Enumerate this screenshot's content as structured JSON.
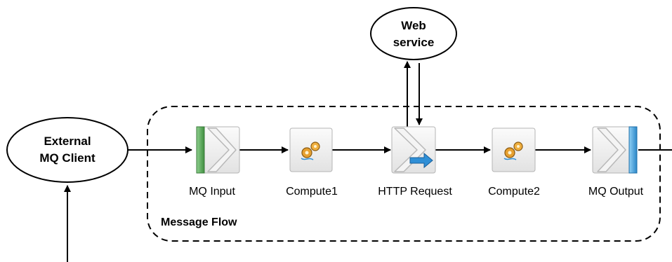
{
  "external_client": {
    "line1": "External",
    "line2": "MQ Client"
  },
  "web_service": {
    "line1": "Web",
    "line2": "service"
  },
  "message_flow": {
    "label": "Message Flow"
  },
  "nodes": [
    {
      "id": "mq-input",
      "label": "MQ Input",
      "icon": "mq-input-icon",
      "accent": "#5aa85a"
    },
    {
      "id": "compute1",
      "label": "Compute1",
      "icon": "gears-icon",
      "accent": "#d08a1a"
    },
    {
      "id": "http-request",
      "label": "HTTP Request",
      "icon": "http-request-icon",
      "accent": "#2f8fd6"
    },
    {
      "id": "compute2",
      "label": "Compute2",
      "icon": "gears-icon",
      "accent": "#d08a1a"
    },
    {
      "id": "mq-output",
      "label": "MQ Output",
      "icon": "mq-output-icon",
      "accent": "#3a9ad8"
    }
  ]
}
